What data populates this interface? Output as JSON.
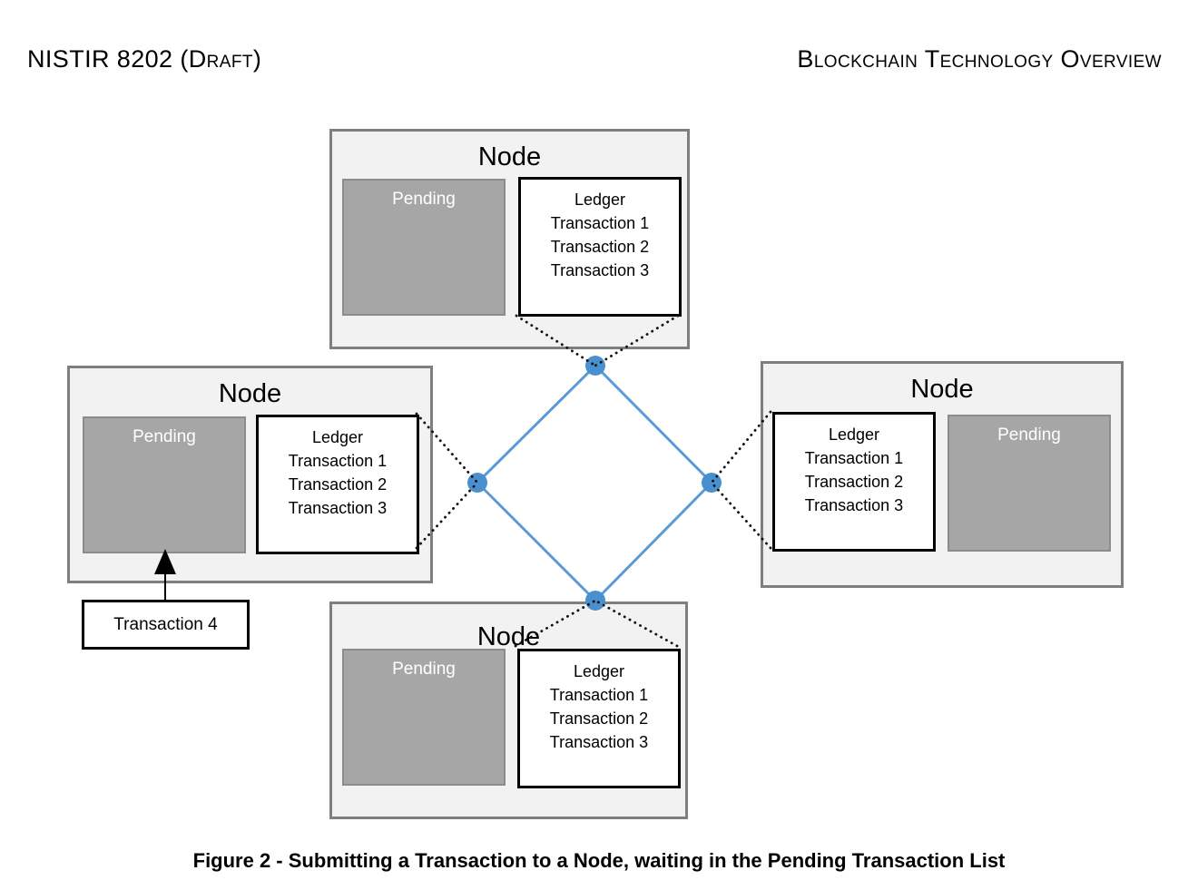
{
  "page": {
    "header_left": "NISTIR 8202 (Draft)",
    "header_right": "Blockchain Technology Overview",
    "caption": "Figure 2 - Submitting a Transaction to a Node, waiting in the Pending Transaction List"
  },
  "nodes": {
    "top": {
      "title": "Node",
      "pending_label": "Pending",
      "ledger": {
        "title": "Ledger",
        "entries": [
          "Transaction 1",
          "Transaction 2",
          "Transaction 3"
        ]
      }
    },
    "left": {
      "title": "Node",
      "pending_label": "Pending",
      "ledger": {
        "title": "Ledger",
        "entries": [
          "Transaction 1",
          "Transaction 2",
          "Transaction 3"
        ]
      }
    },
    "right": {
      "title": "Node",
      "pending_label": "Pending",
      "ledger": {
        "title": "Ledger",
        "entries": [
          "Transaction 1",
          "Transaction 2",
          "Transaction 3"
        ]
      }
    },
    "bottom": {
      "title": "Node",
      "pending_label": "Pending",
      "ledger": {
        "title": "Ledger",
        "entries": [
          "Transaction 1",
          "Transaction 2",
          "Transaction 3"
        ]
      }
    }
  },
  "new_transaction": {
    "label": "Transaction 4"
  },
  "colors": {
    "network_line": "#5b9bd5",
    "network_dot": "#4a90cf",
    "node_fill": "#f2f2f2",
    "node_border": "#7f7f7f",
    "pending_fill": "#a6a6a6",
    "pending_border": "#8c8c8c",
    "pending_text": "#ffffff",
    "box_border": "#000000",
    "dotted_link": "#111111"
  }
}
